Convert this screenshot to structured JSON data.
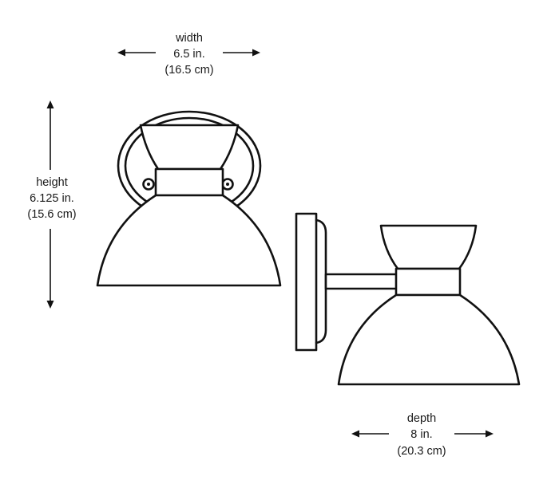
{
  "dimensions": {
    "width": {
      "label": "width",
      "imperial": "6.5 in.",
      "metric": "(16.5 cm)"
    },
    "height": {
      "label": "height",
      "imperial": "6.125 in.",
      "metric": "(15.6 cm)"
    },
    "depth": {
      "label": "depth",
      "imperial": "8 in.",
      "metric": "(20.3 cm)"
    }
  },
  "colors": {
    "ink": "#111111",
    "background": "#ffffff"
  }
}
